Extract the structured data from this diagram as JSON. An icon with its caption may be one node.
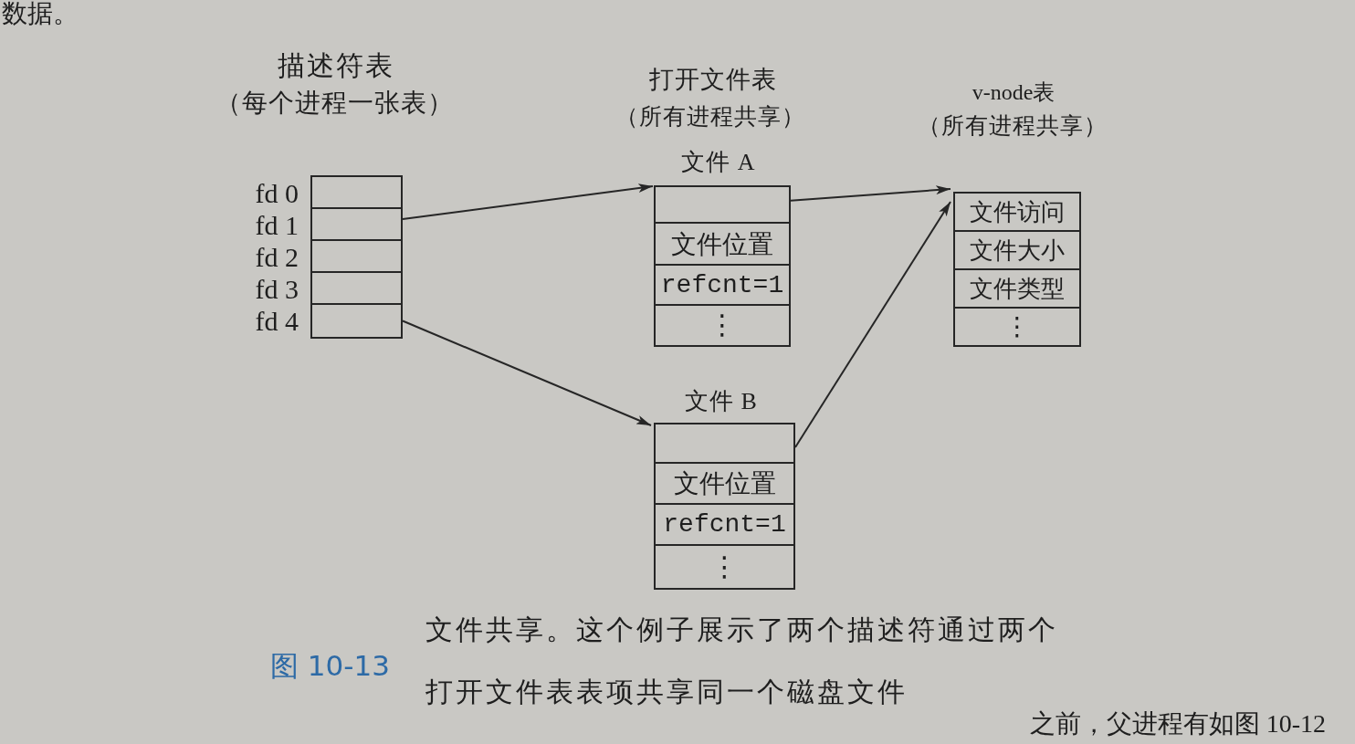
{
  "diagram": {
    "caption": "文件共享。这个例子展示了两个描述符通过两个打开文件表表项共享同一个磁盘文件",
    "nodes": [
      {
        "text": [
          "描述符表",
          "（每个进程一张表）"
        ]
      },
      {
        "text": [],
        "shape": "box",
        "in": 0,
        "beside": [
          "fd 0"
        ]
      },
      {
        "text": [],
        "shape": "box",
        "in": 0,
        "beside": [
          "fd 1"
        ]
      },
      {
        "text": [],
        "shape": "box",
        "in": 0,
        "beside": [
          "fd 2"
        ]
      },
      {
        "text": [],
        "shape": "box",
        "in": 0,
        "beside": [
          "fd 3"
        ]
      },
      {
        "text": [],
        "shape": "box",
        "in": 0,
        "beside": [
          "fd 4"
        ]
      },
      {
        "text": [
          "文件 A"
        ]
      },
      {
        "text": [],
        "shape": "box",
        "in": 6
      },
      {
        "text": [
          "文件位置"
        ],
        "in": 6
      },
      {
        "text": [
          "refcnt=1"
        ],
        "in": 6
      },
      {
        "text": [
          "⋮"
        ],
        "in": 6
      },
      {
        "text": [
          "文件 B"
        ]
      },
      {
        "text": [],
        "shape": "box",
        "in": 11
      },
      {
        "text": [
          "文件位置"
        ],
        "in": 11
      },
      {
        "text": [
          "refcnt=1"
        ],
        "in": 11
      },
      {
        "text": [
          "⋮"
        ],
        "in": 11
      },
      {
        "text": [
          "v-node表",
          "（所有进程共享）"
        ]
      },
      {
        "text": [
          "文件访问"
        ],
        "in": 16
      },
      {
        "text": [
          "文件大小"
        ],
        "in": 16
      },
      {
        "text": [
          "文件类型"
        ],
        "in": 16
      },
      {
        "text": [
          "⋮"
        ],
        "in": 16
      }
    ],
    "edges": [
      {
        "from": 2,
        "to": 6,
        "arrow": "to"
      },
      {
        "from": 7,
        "to": 16,
        "arrow": "to"
      },
      {
        "from": 5,
        "to": 11,
        "arrow": "to"
      },
      {
        "from": 12,
        "to": 16,
        "arrow": "to"
      }
    ],
    "labels": [
      "数据。",
      "打开文件表",
      "（所有进程共享）",
      "图 10-13",
      "之前，父进程有如图 10-12"
    ]
  }
}
